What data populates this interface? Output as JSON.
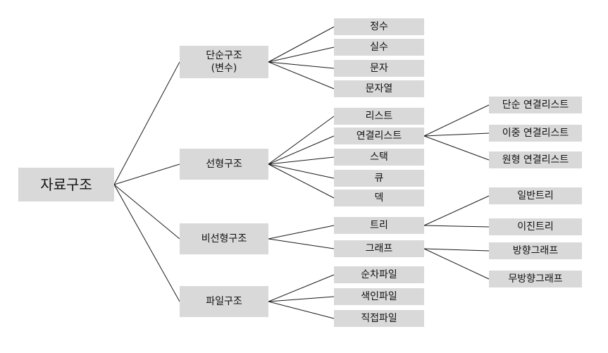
{
  "tree": {
    "root": "자료구조",
    "categories": [
      {
        "label_line1": "단순구조",
        "label_line2": "(변수)",
        "children": [
          "정수",
          "실수",
          "문자",
          "문자열"
        ]
      },
      {
        "label_line1": "선형구조",
        "children": [
          "리스트",
          "연결리스트",
          "스택",
          "큐",
          "덱"
        ]
      },
      {
        "label_line1": "비선형구조",
        "children": [
          "트리",
          "그래프"
        ]
      },
      {
        "label_line1": "파일구조",
        "children": [
          "순차파일",
          "색인파일",
          "직접파일"
        ]
      }
    ],
    "linked_list_types": [
      "단순 연결리스트",
      "이중 연결리스트",
      "원형 연결리스트"
    ],
    "tree_types": [
      "일반트리",
      "이진트리"
    ],
    "graph_types": [
      "방향그래프",
      "무방향그래프"
    ]
  }
}
